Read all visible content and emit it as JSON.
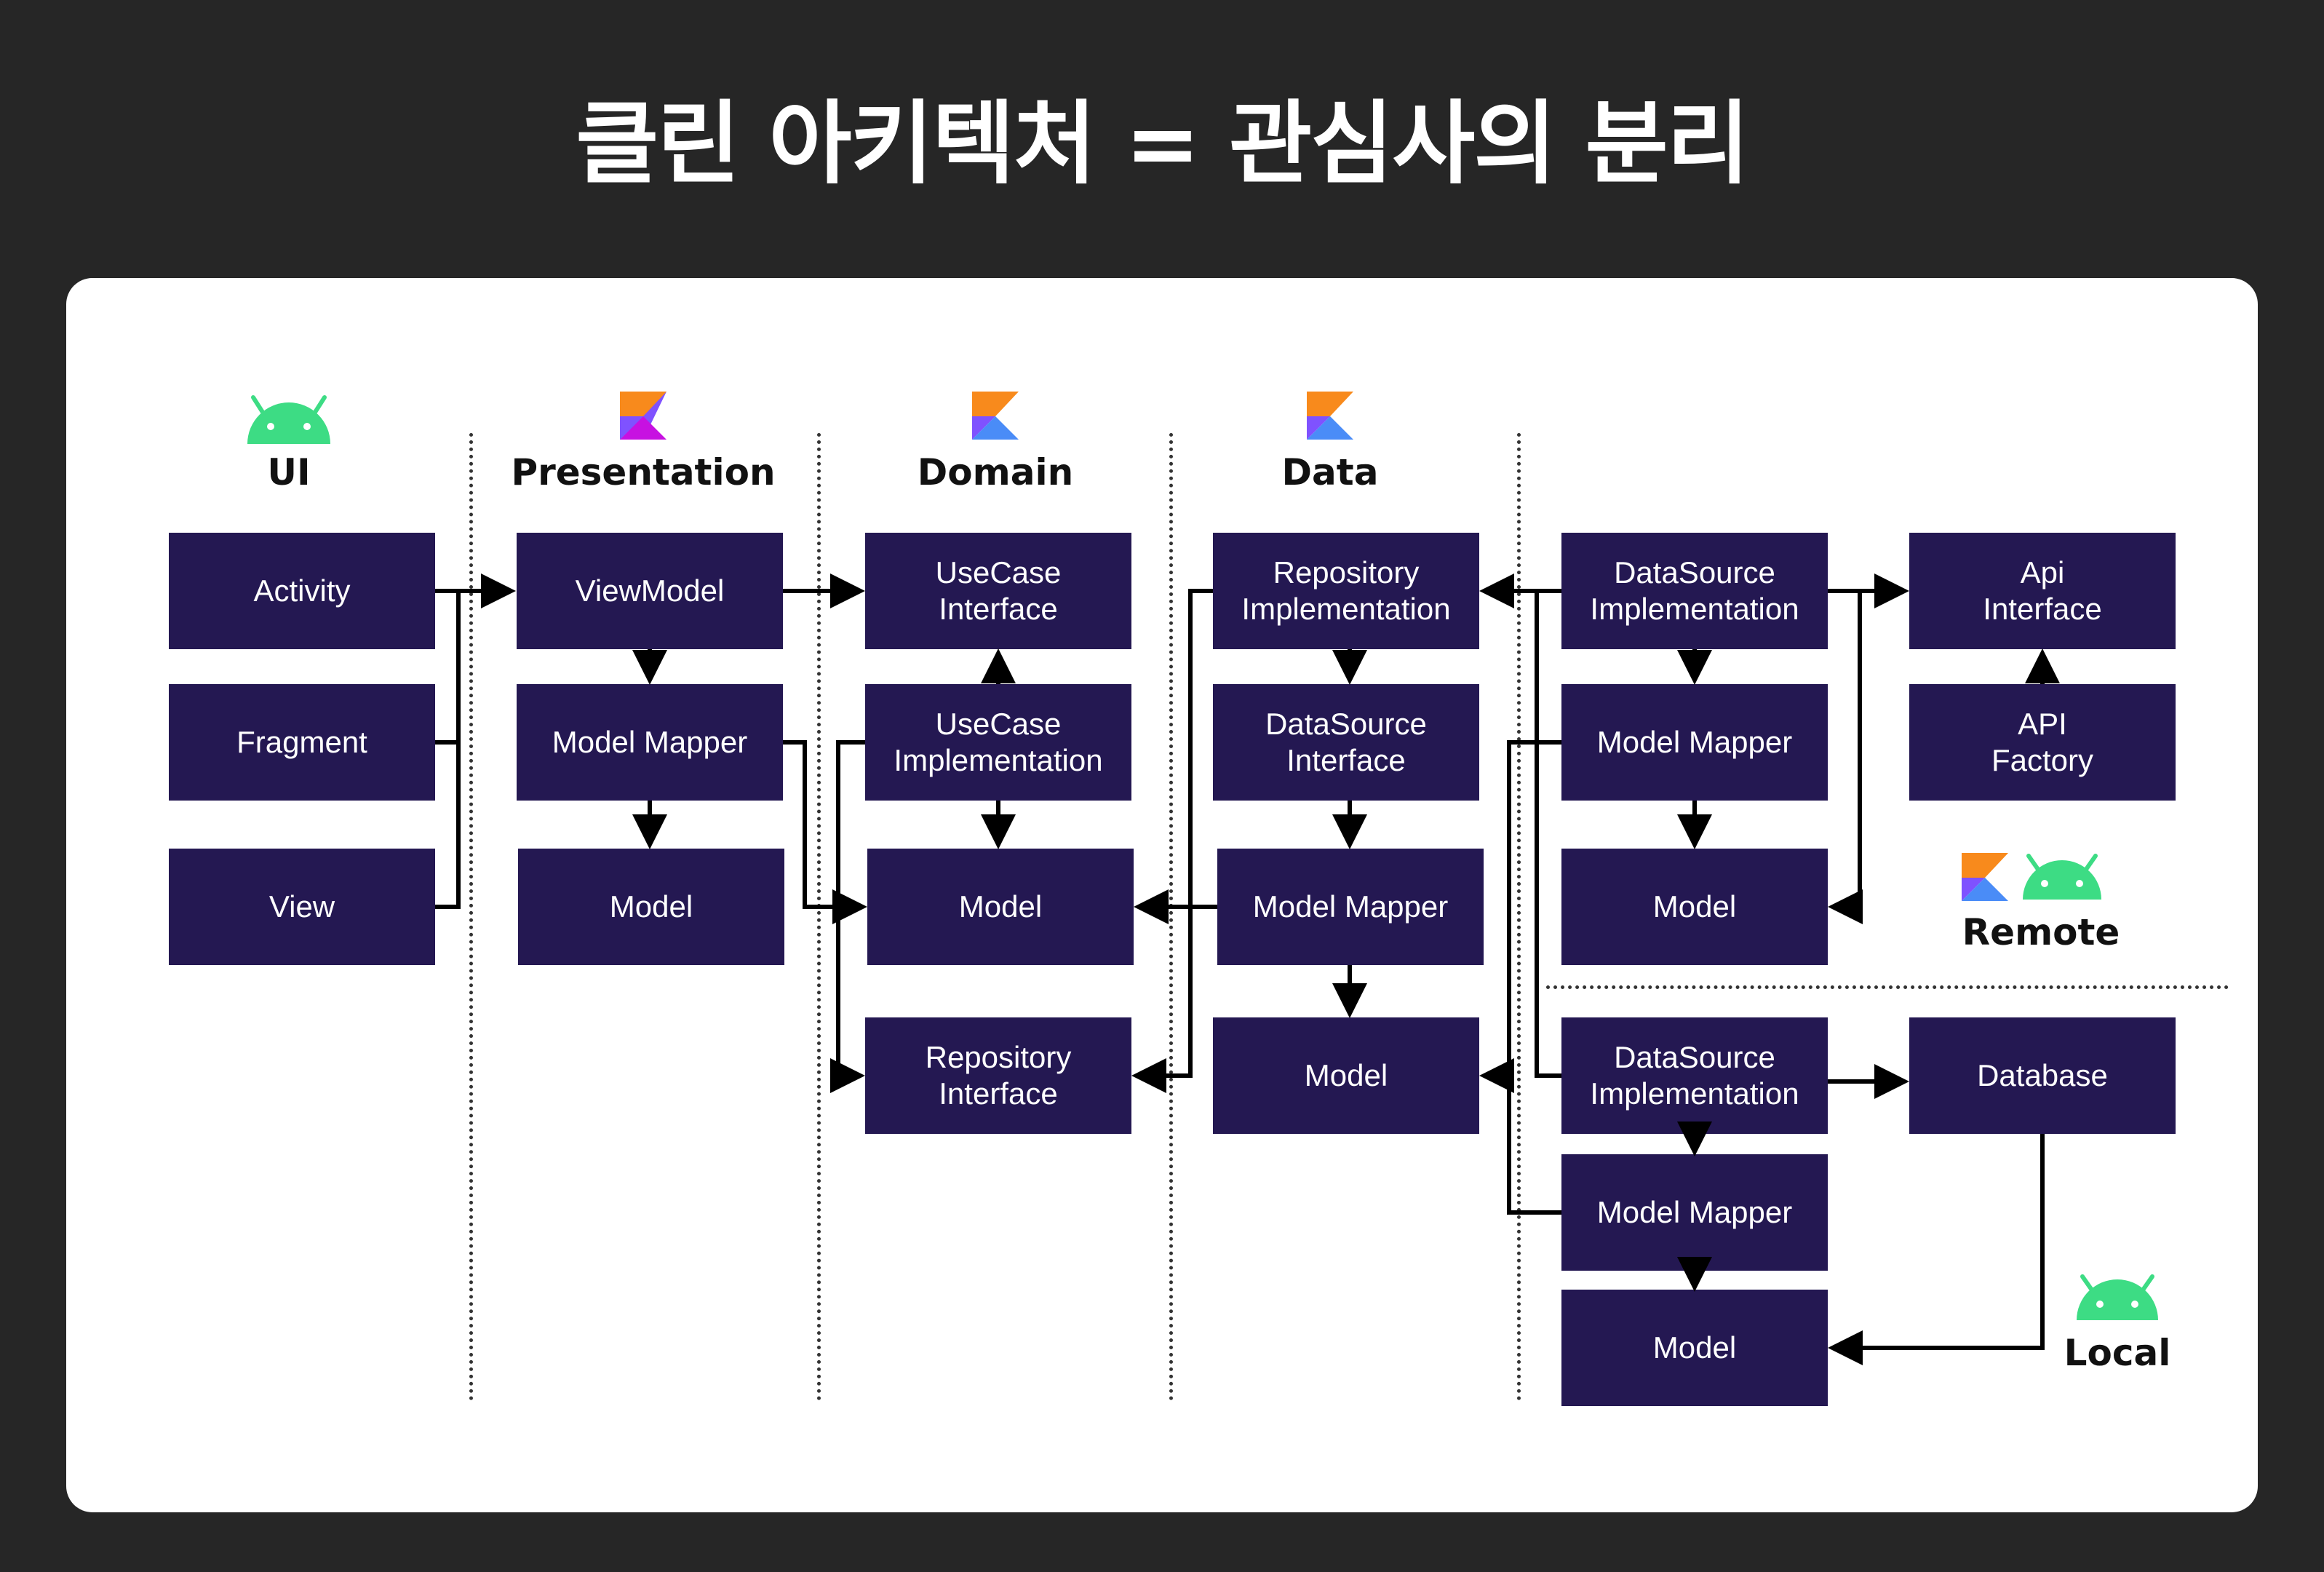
{
  "title": "클린 아키텍처 = 관심사의 분리",
  "colors": {
    "background": "#262626",
    "card": "#ffffff",
    "box": "#241852",
    "android": "#3DDC84",
    "kotlin_orange": "#E44857",
    "kotlin_blue": "#7F52FF"
  },
  "layers": {
    "ui": "UI",
    "presentation": "Presentation",
    "domain": "Domain",
    "data": "Data",
    "remote": "Remote",
    "local": "Local"
  },
  "ui_boxes": {
    "activity": "Activity",
    "fragment": "Fragment",
    "view": "View"
  },
  "presentation_boxes": {
    "viewmodel": "ViewModel",
    "model_mapper": "Model Mapper",
    "model": "Model"
  },
  "domain_boxes": {
    "usecase_interface": "UseCase\nInterface",
    "usecase_impl": "UseCase\nImplementation",
    "model": "Model",
    "repository_interface": "Repository\nInterface"
  },
  "data_boxes": {
    "repository_impl": "Repository\nImplementation",
    "datasource_interface": "DataSource\nInterface",
    "model_mapper": "Model Mapper",
    "model": "Model"
  },
  "remote_boxes": {
    "datasource_impl": "DataSource\nImplementation",
    "model_mapper": "Model Mapper",
    "model": "Model",
    "api_interface": "Api\nInterface",
    "api_factory": "API\nFactory"
  },
  "local_boxes": {
    "datasource_impl": "DataSource\nImplementation",
    "model_mapper": "Model Mapper",
    "model": "Model",
    "database": "Database"
  }
}
